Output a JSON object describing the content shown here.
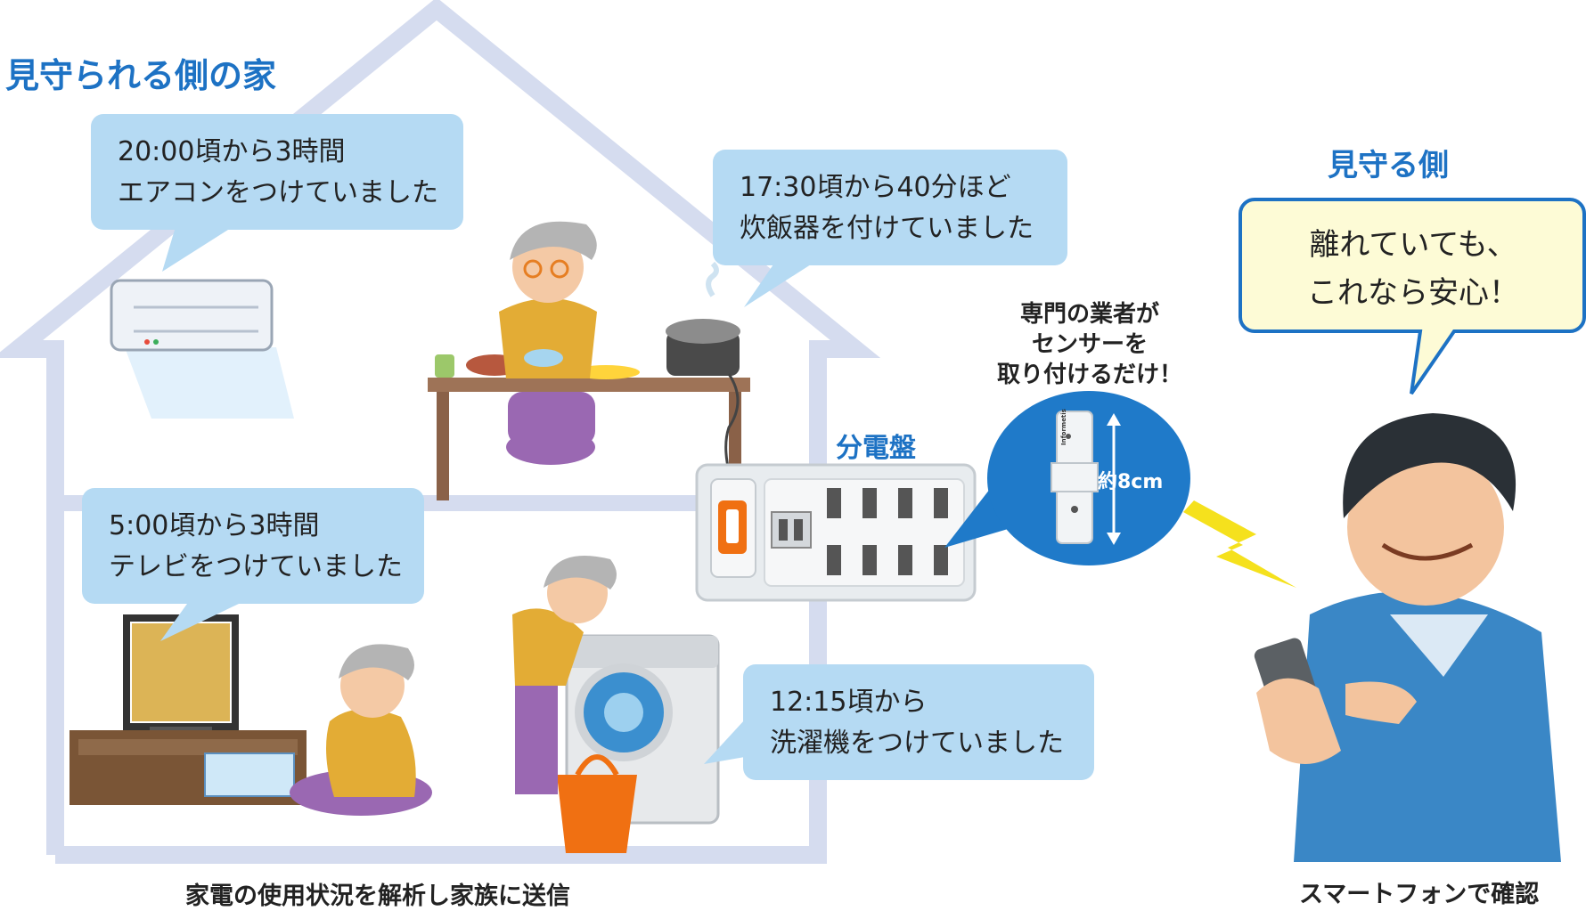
{
  "house": {
    "title": "見守られる側の家",
    "caption": "家電の使用状況を解析し家族に送信"
  },
  "bubbles": {
    "aircon": {
      "line1": "20:00頃から3時間",
      "line2": "エアコンをつけていました"
    },
    "rice_cooker": {
      "line1": "17:30頃から40分ほど",
      "line2": "炊飯器を付けていました"
    },
    "tv": {
      "line1": "5:00頃から3時間",
      "line2": "テレビをつけていました"
    },
    "washer": {
      "line1": "12:15頃から",
      "line2": "洗濯機をつけていました"
    }
  },
  "panel": {
    "label": "分電盤"
  },
  "sensor": {
    "note_line1": "専門の業者が",
    "note_line2": "センサーを",
    "note_line3": "取り付けるだけ！",
    "size_label": "約8cm",
    "brand": "Informetis"
  },
  "watcher": {
    "title": "見守る側",
    "speech_line1": "離れていても、",
    "speech_line2": "これなら安心！",
    "caption": "スマートフォンで確認"
  },
  "colors": {
    "accent_blue": "#1d72c4",
    "bubble_blue": "#b5daf3",
    "house_outline": "#d5dcef",
    "speech_yellow": "#fdfbd6",
    "lightning": "#f5e11d"
  }
}
